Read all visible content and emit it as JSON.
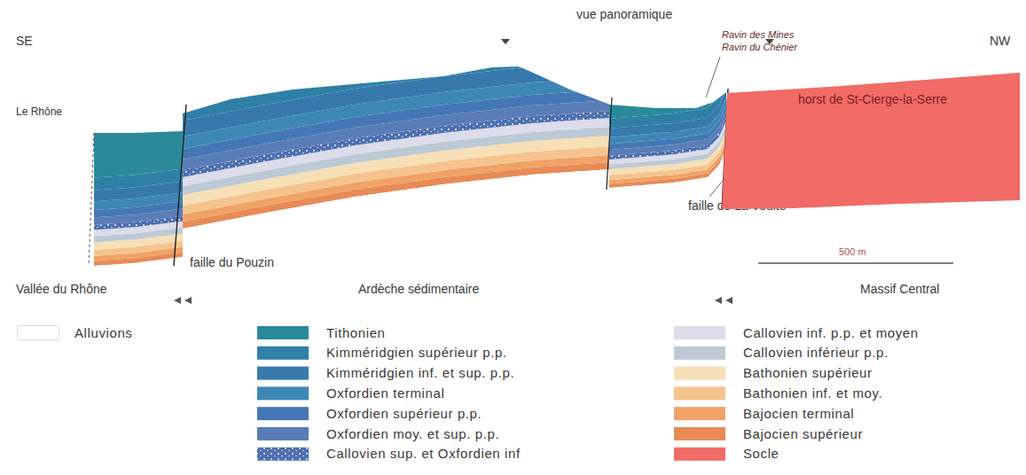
{
  "diagram": {
    "nodes": [
      {
        "text": [
          "horst de St-Cierge-la-Serre"
        ]
      }
    ],
    "labels": [
      "SE",
      "vue panoramique",
      "NW",
      "Ravin des Mines",
      "Ravin du Chénier",
      "Le Rhône",
      "faille de La Voulte",
      "faille du Pouzin",
      "500 m",
      "Vallée du Rhône",
      "Ardèche sédimentaire",
      "Massif Central"
    ],
    "legend": [
      {
        "text": "Alluvions",
        "color": "#ffffff"
      },
      {
        "text": "Tithonien",
        "color": "#2a8a9a"
      },
      {
        "text": "Kimméridgien supérieur p.p.",
        "color": "#2f80a6"
      },
      {
        "text": "Kimméridgien inf. et sup. p.p.",
        "color": "#3779ad"
      },
      {
        "text": "Oxfordien terminal",
        "color": "#3d87b6"
      },
      {
        "text": "Oxfordien supérieur p.p.",
        "color": "#4478b5"
      },
      {
        "text": "Oxfordien moy. et sup. p.p.",
        "color": "#5a7db8"
      },
      {
        "text": "Callovien sup. et Oxfordien inf",
        "color": "#4d6fb0"
      },
      {
        "text": "Callovien inf. p.p. et moyen",
        "color": "#dcdcea"
      },
      {
        "text": "Callovien inférieur p.p.",
        "color": "#bccad6"
      },
      {
        "text": "Bathonien supérieur",
        "color": "#f7dfb6"
      },
      {
        "text": "Bathonien inf. et moy.",
        "color": "#f5c48e"
      },
      {
        "text": "Bajocien terminal",
        "color": "#f1a266"
      },
      {
        "text": "Bajocien supérieur",
        "color": "#e88b57"
      },
      {
        "text": "Socle",
        "color": "#f26b66"
      }
    ]
  }
}
